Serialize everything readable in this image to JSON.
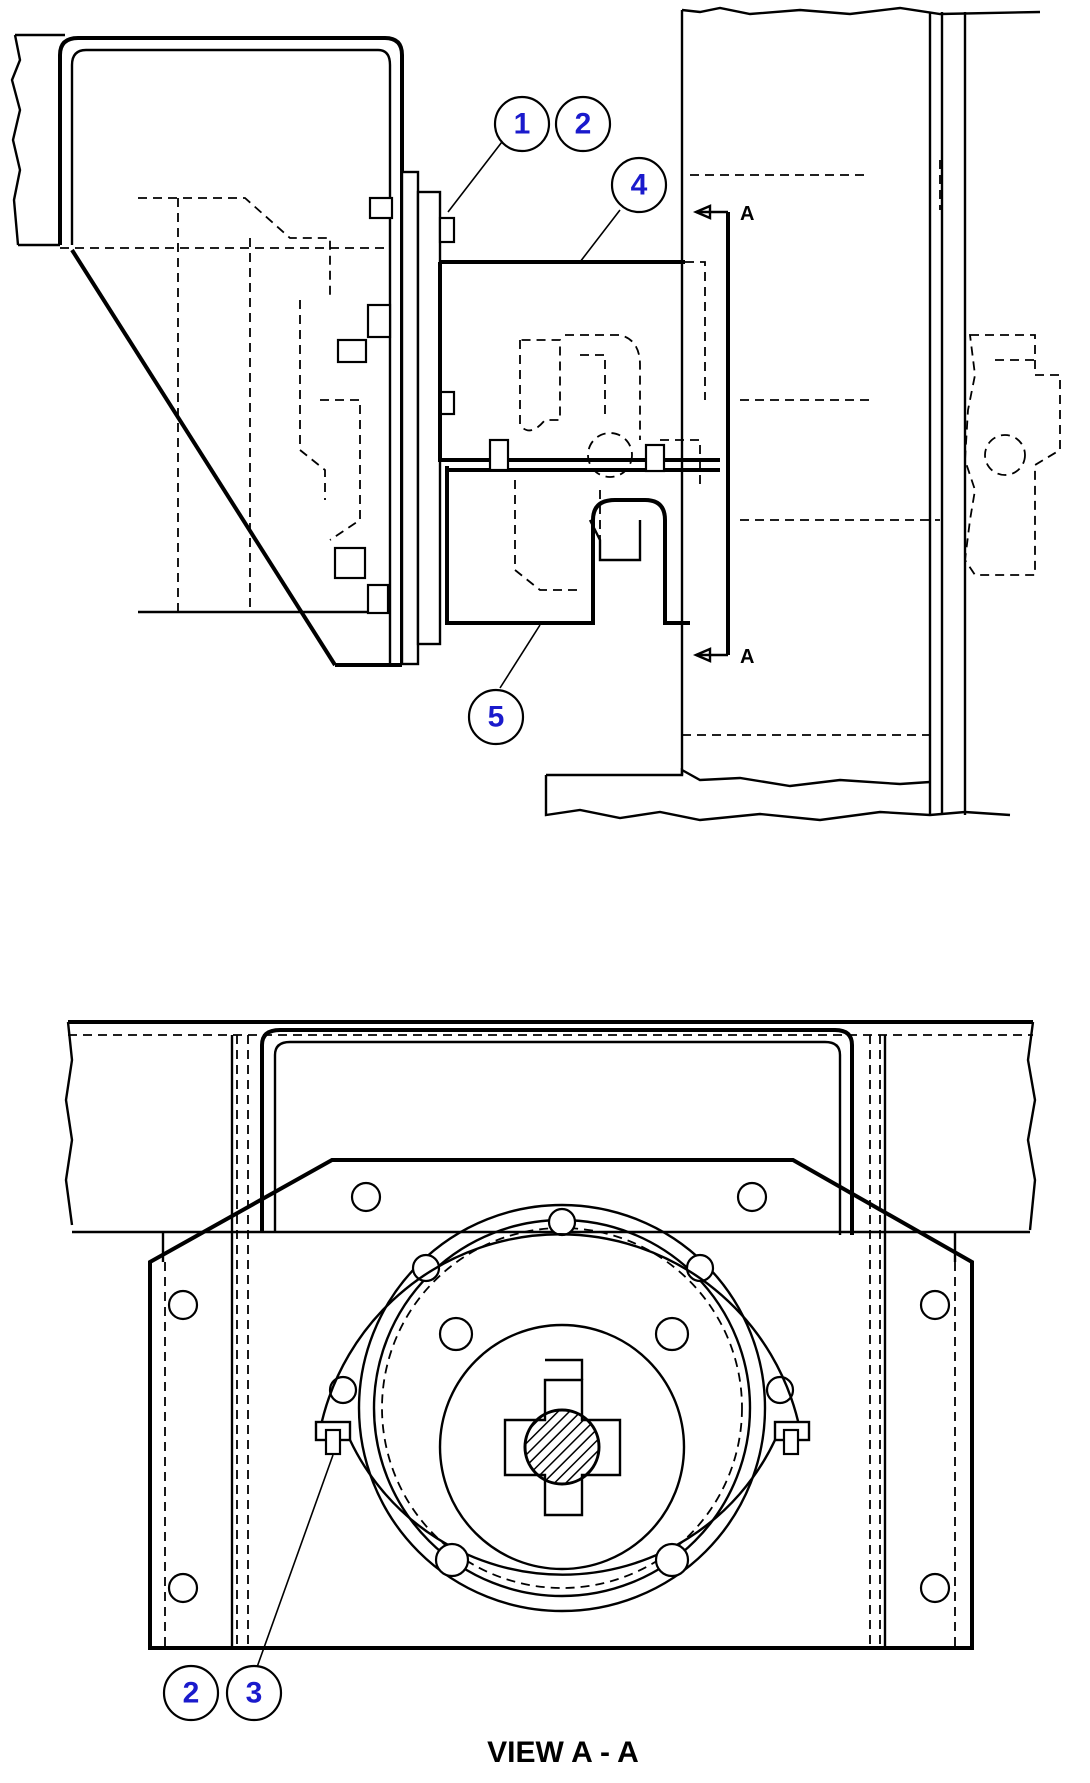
{
  "callouts": {
    "top": [
      {
        "num": "1"
      },
      {
        "num": "2"
      },
      {
        "num": "4"
      },
      {
        "num": "5"
      }
    ],
    "bottom": [
      {
        "num": "2"
      },
      {
        "num": "3"
      }
    ]
  },
  "section_marker": {
    "top_letter": "A",
    "bottom_letter": "A"
  },
  "view_label": "VIEW A - A",
  "colors": {
    "callout_text": "#1a1acc",
    "line": "#000000",
    "background": "#ffffff"
  }
}
